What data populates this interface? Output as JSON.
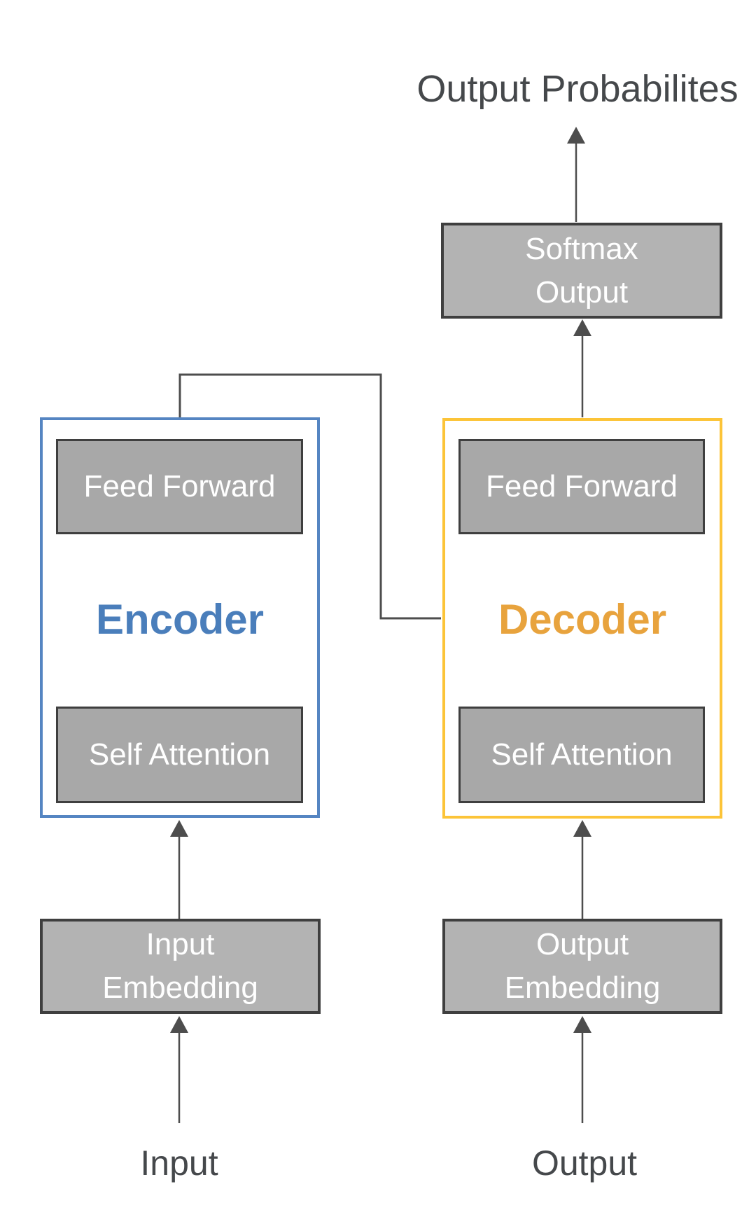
{
  "title": "Output Probabilites",
  "encoder": {
    "label": "Encoder",
    "feed_forward": "Feed Forward",
    "self_attention": "Self Attention"
  },
  "decoder": {
    "label": "Decoder",
    "feed_forward": "Feed Forward",
    "self_attention": "Self Attention"
  },
  "softmax": {
    "line1": "Softmax",
    "line2": "Output"
  },
  "input_embedding": {
    "line1": "Input",
    "line2": "Embedding"
  },
  "output_embedding": {
    "line1": "Output",
    "line2": "Embedding"
  },
  "input_label": "Input",
  "output_label": "Output",
  "colors": {
    "encoder-border": "#5585C2",
    "encoder-text": "#4A7EBB",
    "decoder-border": "#FCC438",
    "decoder-text": "#E8A33D",
    "inner-box-fill": "#A8A8A8",
    "outer-box-fill": "#B3B3B3",
    "box-border": "#3F3F3F",
    "arrow": "#4D4D4D",
    "label-text": "#45484B",
    "box-text": "#FFFFFF"
  }
}
